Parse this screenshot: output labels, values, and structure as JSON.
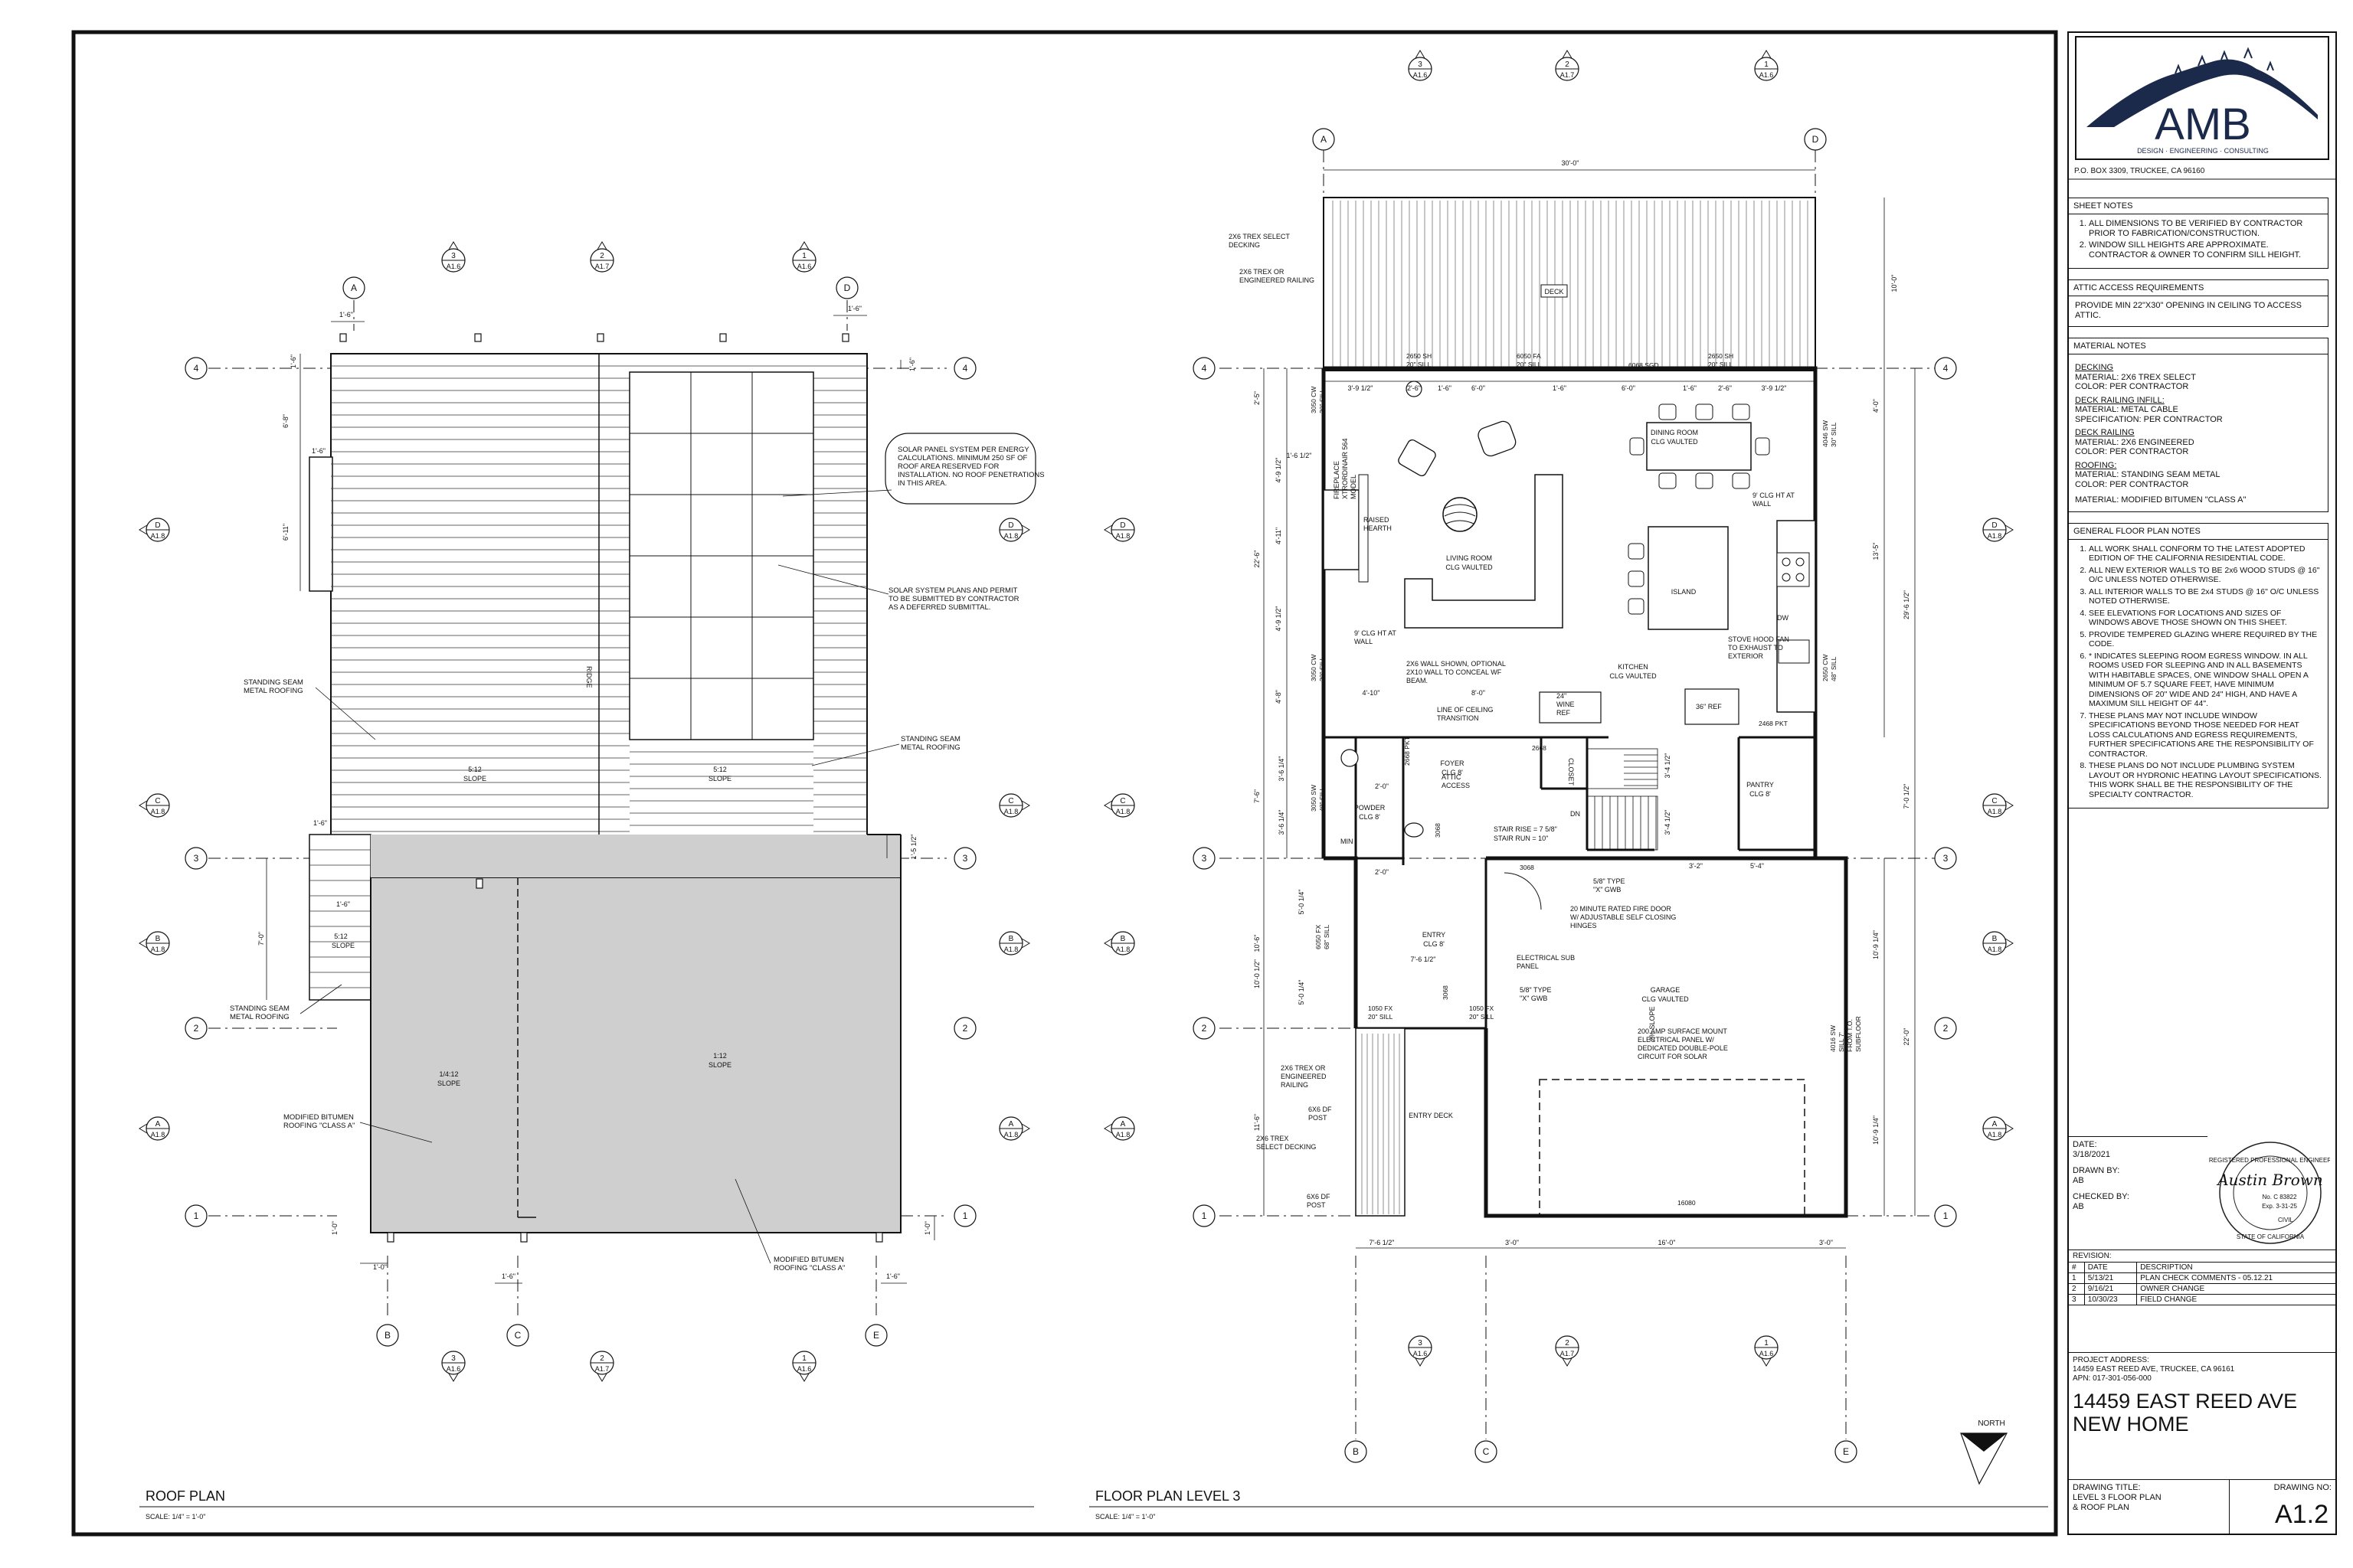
{
  "company": {
    "name": "AMB",
    "tagline": "DESIGN · ENGINEERING · CONSULTING",
    "address": "P.O. BOX 3309, TRUCKEE, CA 96160"
  },
  "sheet_notes": {
    "title": "SHEET NOTES",
    "items": [
      "ALL DIMENSIONS TO BE VERIFIED BY CONTRACTOR PRIOR TO FABRICATION/CONSTRUCTION.",
      "WINDOW SILL HEIGHTS ARE APPROXIMATE. CONTRACTOR & OWNER TO CONFIRM SILL HEIGHT."
    ]
  },
  "attic": {
    "title": "ATTIC ACCESS REQUIREMENTS",
    "text": "PROVIDE MIN 22\"X30\" OPENING IN CEILING TO ACCESS ATTIC."
  },
  "material_notes": {
    "title": "MATERIAL NOTES",
    "groups": [
      {
        "heading": "DECKING",
        "lines": [
          "MATERIAL: 2X6 TREX SELECT",
          "COLOR: PER CONTRACTOR"
        ]
      },
      {
        "heading": "DECK RAILING INFILL:",
        "lines": [
          "MATERIAL: METAL CABLE",
          "SPECIFICATION: PER CONTRACTOR"
        ]
      },
      {
        "heading": "DECK RAILING",
        "lines": [
          "MATERIAL: 2X6 ENGINEERED",
          "COLOR: PER CONTRACTOR"
        ]
      },
      {
        "heading": "ROOFING:",
        "lines": [
          "MATERIAL: STANDING SEAM METAL",
          "COLOR: PER CONTRACTOR"
        ]
      },
      {
        "heading": "",
        "lines": [
          "MATERIAL: MODIFIED BITUMEN \"CLASS A\""
        ]
      }
    ]
  },
  "general_notes": {
    "title": "GENERAL FLOOR PLAN NOTES",
    "items": [
      "ALL WORK SHALL CONFORM TO THE LATEST ADOPTED EDITION OF THE CALIFORNIA RESIDENTIAL CODE.",
      "ALL NEW EXTERIOR WALLS TO BE 2x6 WOOD STUDS @ 16\" O/C UNLESS NOTED OTHERWISE.",
      "ALL INTERIOR WALLS TO BE 2x4 STUDS @ 16\" O/C UNLESS NOTED OTHERWISE.",
      "SEE ELEVATIONS FOR LOCATIONS AND SIZES OF WINDOWS ABOVE THOSE SHOWN ON THIS SHEET.",
      "PROVIDE TEMPERED GLAZING WHERE REQUIRED BY THE CODE.",
      "* INDICATES SLEEPING ROOM EGRESS WINDOW. IN ALL ROOMS USED FOR SLEEPING AND IN ALL BASEMENTS WITH HABITABLE SPACES, ONE WINDOW SHALL OPEN A MINIMUM OF 5.7 SQUARE FEET, HAVE MINIMUM DIMENSIONS OF 20\" WIDE AND 24\" HIGH, AND HAVE A MAXIMUM SILL HEIGHT OF 44\".",
      "THESE PLANS MAY NOT INCLUDE WINDOW SPECIFICATIONS BEYOND THOSE NEEDED FOR HEAT LOSS CALCULATIONS AND EGRESS REQUIREMENTS, FURTHER SPECIFICATIONS ARE THE RESPONSIBILITY OF CONTRACTOR.",
      "THESE PLANS DO NOT INCLUDE PLUMBING SYSTEM LAYOUT OR HYDRONIC HEATING LAYOUT SPECIFICATIONS. THIS WORK SHALL BE THE RESPONSIBILITY OF THE SPECIALTY CONTRACTOR."
    ]
  },
  "meta": {
    "date_label": "DATE:",
    "date": "3/18/2021",
    "drawn_label": "DRAWN BY:",
    "drawn": "AB",
    "checked_label": "CHECKED BY:",
    "checked": "AB"
  },
  "stamp": {
    "signature": "Austin Brown",
    "no": "No. C 83822",
    "exp": "Exp. 3-31-25",
    "civil": "CIVIL",
    "state": "STATE OF CALIFORNIA",
    "ring": "REGISTERED PROFESSIONAL ENGINEER"
  },
  "revisions": {
    "title": "REVISION:",
    "headers": [
      "#",
      "DATE",
      "DESCRIPTION"
    ],
    "rows": [
      [
        "1",
        "5/13/21",
        "PLAN CHECK COMMENTS - 05.12.21"
      ],
      [
        "2",
        "9/16/21",
        "OWNER CHANGE"
      ],
      [
        "3",
        "10/30/23",
        "FIELD CHANGE"
      ]
    ]
  },
  "project": {
    "label": "PROJECT ADDRESS:",
    "address": "14459 EAST REED AVE, TRUCKEE, CA 96161",
    "apn": "APN: 017-301-056-000",
    "title1": "14459 EAST REED AVE",
    "title2": "NEW HOME"
  },
  "drawing": {
    "title_label": "DRAWING TITLE:",
    "title1": "LEVEL 3 FLOOR PLAN",
    "title2": "& ROOF PLAN",
    "no_label": "DRAWING NO:",
    "no": "A1.2"
  },
  "roof_plan": {
    "title": "ROOF PLAN",
    "scale": "SCALE: 1/4\" = 1'-0\"",
    "grid_cols": [
      "A",
      "D",
      "B",
      "C",
      "E"
    ],
    "grid_rows": [
      "4",
      "3",
      "2",
      "1"
    ],
    "notes": {
      "solar1": "SOLAR PANEL SYSTEM PER ENERGY CALCULATIONS. MINIMUM 250 SF OF ROOF AREA RESERVED FOR INSTALLATION. NO ROOF PENETRATIONS IN THIS AREA.",
      "solar2": "SOLAR SYSTEM PLANS AND PERMIT TO BE SUBMITTED BY CONTRACTOR AS A DEFERRED SUBMITTAL.",
      "ssm": "STANDING SEAM METAL ROOFING",
      "mb": "MODIFIED BITUMEN ROOFING \"CLASS A\"",
      "ridge": "RIDGE",
      "slope512": "5:12",
      "slope_word": "SLOPE",
      "slope14": "1/4:12",
      "slope112": "1:12"
    },
    "dims": [
      "1'-6\"",
      "1'-6\"",
      "1'-6\"",
      "6'-8\"",
      "1'-6\"",
      "6'-11\"",
      "1'-5 1/2\"",
      "1'-6\"",
      "7'-0\"",
      "1'-6\"",
      "1'-0\"",
      "1'-0\"",
      "1'-6\"",
      "1'-6\"",
      "1'-0\"",
      "1'-6\""
    ]
  },
  "floor_plan": {
    "title": "FLOOR PLAN LEVEL 3",
    "scale": "SCALE: 1/4\" = 1'-0\"",
    "north": "NORTH",
    "grid_cols": [
      "A",
      "D",
      "B",
      "C",
      "E"
    ],
    "grid_rows": [
      "4",
      "3",
      "2",
      "1"
    ],
    "rooms": [
      [
        "DINING ROOM",
        "CLG VAULTED"
      ],
      [
        "LIVING ROOM",
        "CLG VAULTED"
      ],
      [
        "KITCHEN",
        "CLG VAULTED"
      ],
      [
        "ISLAND",
        ""
      ],
      [
        "FOYER",
        "CLG 8'"
      ],
      [
        "POWDER",
        "CLG 8'"
      ],
      [
        "PANTRY",
        "CLG 8'"
      ],
      [
        "ENTRY",
        "CLG 8'"
      ],
      [
        "GARAGE",
        "CLG VAULTED"
      ],
      [
        "ENTRY DECK",
        ""
      ],
      [
        "DECK",
        ""
      ],
      [
        "CLOSET",
        ""
      ]
    ],
    "labels": [
      "2X6 TREX SELECT DECKING",
      "2X6 TREX OR ENGINEERED RAILING",
      "RAISED HEARTH",
      "FIREPLACE XTRORDINAIR 564 MODEL",
      "9' CLG HT AT WALL",
      "9' CLG HT AT WALL",
      "2X6 WALL SHOWN, OPTIONAL 2X10 WALL TO CONCEAL WF BEAM.",
      "LINE OF CEILING TRANSITION",
      "STOVE HOOD FAN TO EXHAUST TO EXTERIOR",
      "ATTIC ACCESS",
      "STAIR RISE = 7 5/8\"",
      "STAIR RUN = 10\"",
      "5/8\" TYPE \"X\" GWB",
      "20 MINUTE RATED FIRE DOOR W/ ADJUSTABLE SELF CLOSING HINGES",
      "ELECTRICAL SUB PANEL",
      "5/8\" TYPE \"X\" GWB",
      "200 AMP SURFACE MOUNT ELECTRICAL PANEL W/ DEDICATED DOUBLE-POLE CIRCUIT FOR SOLAR",
      "2% SLOPE",
      "2X6 TREX OR ENGINEERED RAILING",
      "6X6 DF POST",
      "2X6 TREX SELECT DECKING",
      "6X6 DF POST",
      "24\" WINE REF",
      "36\" REF",
      "DW",
      "DN",
      "MIN"
    ],
    "win": [
      "2650 SH 20\" SILL",
      "6050 FA 20\" SILL",
      "6068 SGD",
      "2650 SH 20\" SILL",
      "3050 CW 20\" SILL",
      "4046 SW 30\" SILL",
      "3050 CW 20\" SILL",
      "2650 CW 48\" SILL",
      "3050 SW 48\" SILL",
      "6050 FX 68\" SILL",
      "1050 FX 20\" SILL",
      "1050 FX 20\" SILL",
      "2668 PKT",
      "2668",
      "2468 PKT",
      "3068",
      "3068",
      "3068",
      "16080",
      "4016 SW SILL 7' FROM T.O. SUBFLOOR"
    ],
    "dims": [
      "30'-0\"",
      "10'-0\"",
      "3'-9 1/2\"",
      "2'-6\"",
      "1'-6\"",
      "6'-0\"",
      "1'-6\"",
      "6'-0\"",
      "1'-6\"",
      "2'-6\"",
      "3'-9 1/2\"",
      "2'-5\"",
      "4'-9 1/2\"",
      "1'-6 1/2\"",
      "4'-11\"",
      "22'-6\"",
      "4'-9 1/2\"",
      "4'-8\"",
      "4'-10\"",
      "8'-0\"",
      "4'-0\"",
      "13'-5\"",
      "29'-6 1/2\"",
      "7'-6\"",
      "3'-6 1/4\"",
      "3'-6 1/4\"",
      "2'-0\"",
      "2'-0\"",
      "7'-0 1/2\"",
      "3'-4 1/2\"",
      "3'-4 1/2\"",
      "3'-2\"",
      "5'-4\"",
      "10'-6\"",
      "10'-0 1/2\"",
      "5'-0 1/4\"",
      "5'-0 1/4\"",
      "7'-6 1/2\"",
      "11'-6\"",
      "10'-9 1/4\"",
      "10'-9 1/4\"",
      "22'-0\"",
      "7'-6 1/2\"",
      "3'-0\"",
      "16'-0\"",
      "3'-0\""
    ]
  },
  "section_tags": [
    {
      "n": "3",
      "s": "A1.6"
    },
    {
      "n": "2",
      "s": "A1.7"
    },
    {
      "n": "1",
      "s": "A1.6"
    },
    {
      "n": "D",
      "s": "A1.8"
    },
    {
      "n": "C",
      "s": "A1.8"
    },
    {
      "n": "B",
      "s": "A1.8"
    },
    {
      "n": "A",
      "s": "A1.8"
    }
  ]
}
